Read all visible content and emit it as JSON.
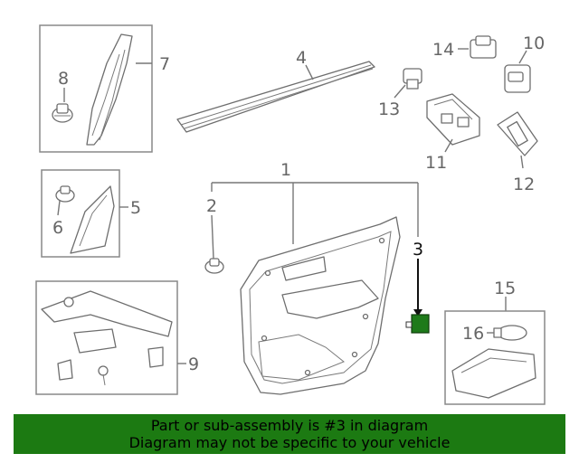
{
  "callouts": {
    "c1": "1",
    "c2": "2",
    "c3": "3",
    "c4": "4",
    "c5": "5",
    "c6": "6",
    "c7": "7",
    "c8": "8",
    "c9": "9",
    "c10": "10",
    "c11": "11",
    "c12": "12",
    "c13": "13",
    "c14": "14",
    "c15": "15",
    "c16": "16"
  },
  "highlight": {
    "part_number": "3",
    "color": "#1c7a12"
  },
  "banner": {
    "line1": "Part or sub-assembly is #3 in diagram",
    "line2": "Diagram may not be specific to your vehicle"
  },
  "colors": {
    "banner_bg": "#1c7a12",
    "highlight_part": "#1e7a1a",
    "linework": "#777777"
  }
}
